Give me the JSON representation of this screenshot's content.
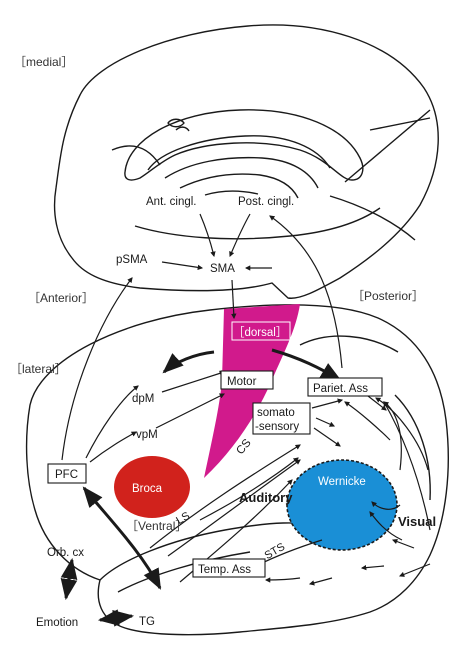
{
  "labels": {
    "medial": "［medial］",
    "anterior": "［Anterior］",
    "posterior": "［Posterior］",
    "lateral": "［lateral］",
    "dorsal": "［dorsal］",
    "ventral": "［Ventral］",
    "ant_cingl": "Ant. cingl.",
    "post_cingl": "Post. cingl.",
    "psma": "pSMA",
    "sma": "SMA",
    "motor": "Motor",
    "pariet_ass": "Pariet. Ass",
    "somato_1": "somato",
    "somato_2": "-sensory",
    "dpm": "dpM",
    "vpm": "vpM",
    "pfc": "PFC",
    "broca": "Broca",
    "cs": "CS",
    "auditory": "Auditory",
    "wernicke": "Wernicke",
    "visual": "Visual",
    "ls": "LS",
    "sts": "STS",
    "temp_ass": "Temp. Ass",
    "orb_cx": "Orb. cx",
    "emotion": "Emotion",
    "tg": "TG"
  },
  "colors": {
    "dorsal_region": "#d11a8c",
    "broca_region": "#d1221c",
    "wernicke_region": "#1a8fd6",
    "outline": "#1a1a1a"
  }
}
